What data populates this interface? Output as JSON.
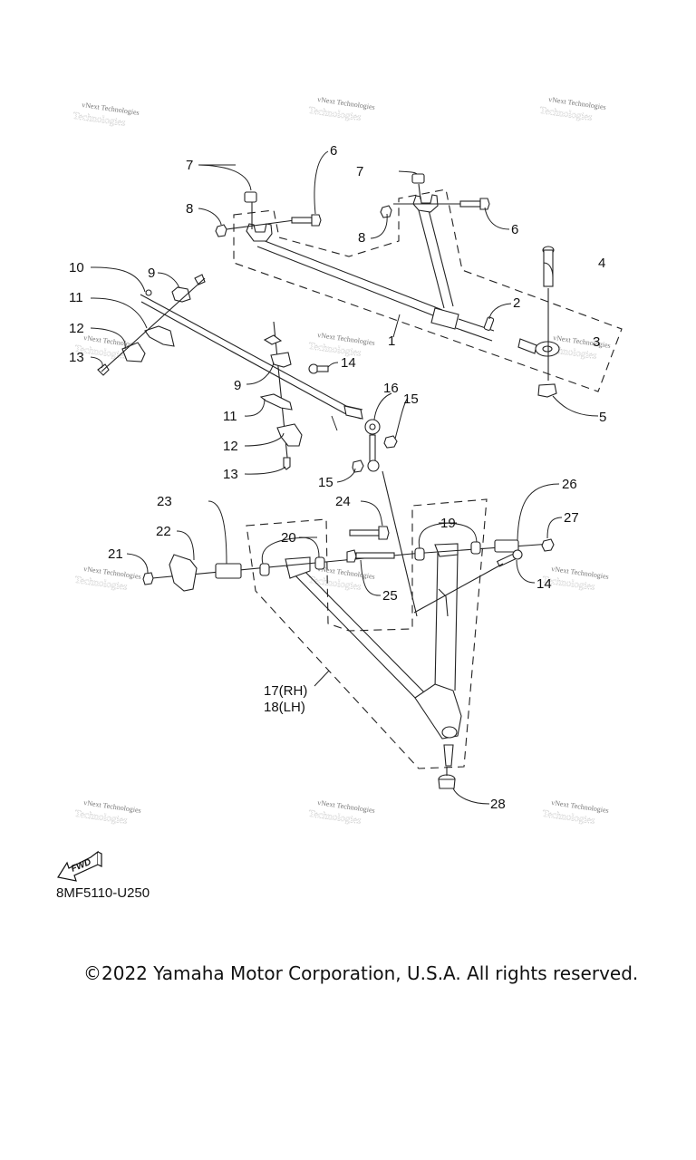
{
  "diagram": {
    "type": "exploded-parts-diagram",
    "subject": "front suspension arms and stabilizer",
    "diagram_code": "8MF5110-U250",
    "fwd_label": "FWD",
    "copyright": "©2022 Yamaha Motor Corporation, U.S.A. All rights reserved.",
    "watermark": "vNext Technologies",
    "callouts": [
      {
        "id": "c1",
        "label": "1"
      },
      {
        "id": "c2",
        "label": "2"
      },
      {
        "id": "c3",
        "label": "3"
      },
      {
        "id": "c4",
        "label": "4"
      },
      {
        "id": "c5",
        "label": "5"
      },
      {
        "id": "c6a",
        "label": "6"
      },
      {
        "id": "c6b",
        "label": "6"
      },
      {
        "id": "c7a",
        "label": "7"
      },
      {
        "id": "c7b",
        "label": "7"
      },
      {
        "id": "c8a",
        "label": "8"
      },
      {
        "id": "c8b",
        "label": "8"
      },
      {
        "id": "c9a",
        "label": "9"
      },
      {
        "id": "c9b",
        "label": "9"
      },
      {
        "id": "c10",
        "label": "10"
      },
      {
        "id": "c11a",
        "label": "11"
      },
      {
        "id": "c11b",
        "label": "11"
      },
      {
        "id": "c12a",
        "label": "12"
      },
      {
        "id": "c12b",
        "label": "12"
      },
      {
        "id": "c13a",
        "label": "13"
      },
      {
        "id": "c13b",
        "label": "13"
      },
      {
        "id": "c14a",
        "label": "14"
      },
      {
        "id": "c14b",
        "label": "14"
      },
      {
        "id": "c15a",
        "label": "15"
      },
      {
        "id": "c15b",
        "label": "15"
      },
      {
        "id": "c16",
        "label": "16"
      },
      {
        "id": "c17",
        "label": "17(RH)"
      },
      {
        "id": "c18",
        "label": "18(LH)"
      },
      {
        "id": "c19",
        "label": "19"
      },
      {
        "id": "c20",
        "label": "20"
      },
      {
        "id": "c21",
        "label": "21"
      },
      {
        "id": "c22",
        "label": "22"
      },
      {
        "id": "c23",
        "label": "23"
      },
      {
        "id": "c24",
        "label": "24"
      },
      {
        "id": "c25",
        "label": "25"
      },
      {
        "id": "c26",
        "label": "26"
      },
      {
        "id": "c27",
        "label": "27"
      },
      {
        "id": "c28",
        "label": "28"
      }
    ]
  }
}
